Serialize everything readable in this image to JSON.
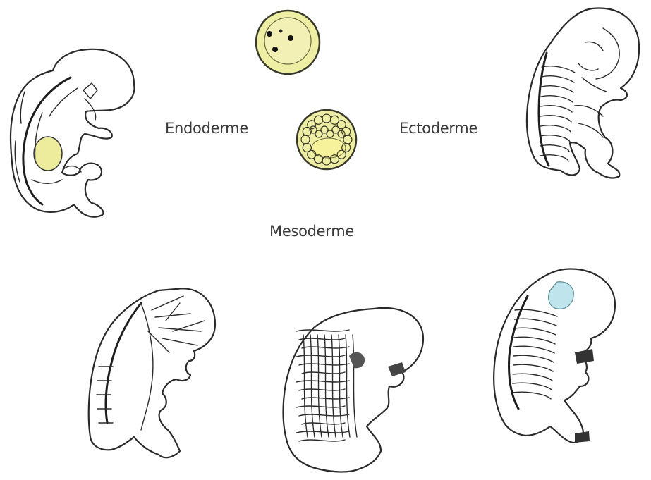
{
  "labels": {
    "endoderm": "Endoderme",
    "ectoderm": "Ectoderme",
    "mesoderm": "Mesoderme"
  },
  "colors": {
    "background": "#ffffff",
    "cell_fill": "#eeeea4",
    "cell_inner": "#f2f0b4",
    "embryo_fill": "#f6f2f4",
    "yolk": "#ecec9c",
    "brain_blue": "#bfe4ec",
    "line": "#2a2a2a",
    "text": "#3a3a3a"
  }
}
